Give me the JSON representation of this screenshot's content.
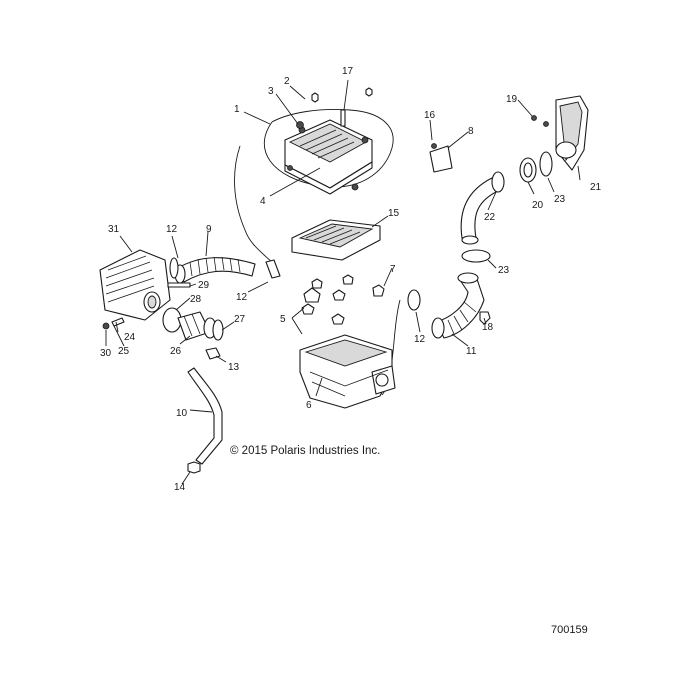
{
  "callouts": [
    "1",
    "2",
    "3",
    "4",
    "5",
    "6",
    "7",
    "8",
    "9",
    "10",
    "11",
    "12",
    "12",
    "12",
    "13",
    "14",
    "15",
    "16",
    "17",
    "18",
    "19",
    "20",
    "21",
    "22",
    "23",
    "23",
    "24",
    "25",
    "26",
    "27",
    "28",
    "29",
    "30",
    "31"
  ],
  "copyright": "© 2015 Polaris Industries Inc.",
  "drawing_number": "700159"
}
